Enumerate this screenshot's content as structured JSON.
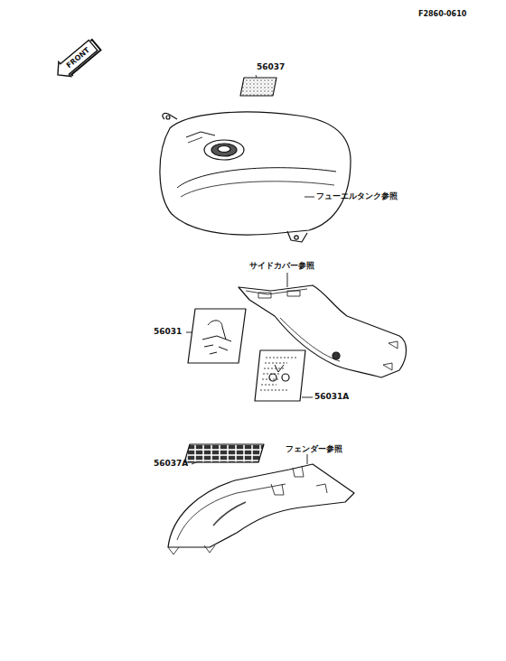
{
  "diagram": {
    "nodes": [
      {
        "text": [
          "FRONT"
        ]
      }
    ],
    "labels": [
      "F2860-0610",
      "56037",
      "フューエルタンク参照",
      "サイドカバー参照",
      "56031",
      "56031A",
      "56037A",
      "フェンダー参照"
    ]
  }
}
